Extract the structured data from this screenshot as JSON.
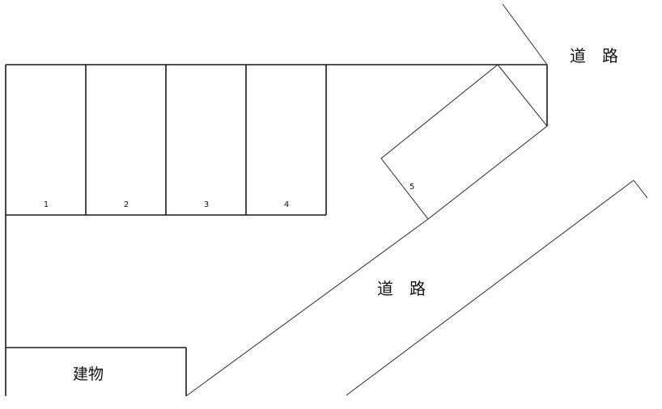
{
  "diagram": {
    "type": "parking-lot-site-plan",
    "colors": {
      "background": "#ffffff",
      "line": "#1a1a1a",
      "text": "#111111"
    },
    "parking_spots": [
      {
        "label": "1"
      },
      {
        "label": "2"
      },
      {
        "label": "3"
      },
      {
        "label": "4"
      },
      {
        "label": "5"
      }
    ],
    "road_labels": {
      "top_right": "道　路",
      "center_right": "道　路"
    },
    "building": {
      "label": "建物"
    }
  }
}
